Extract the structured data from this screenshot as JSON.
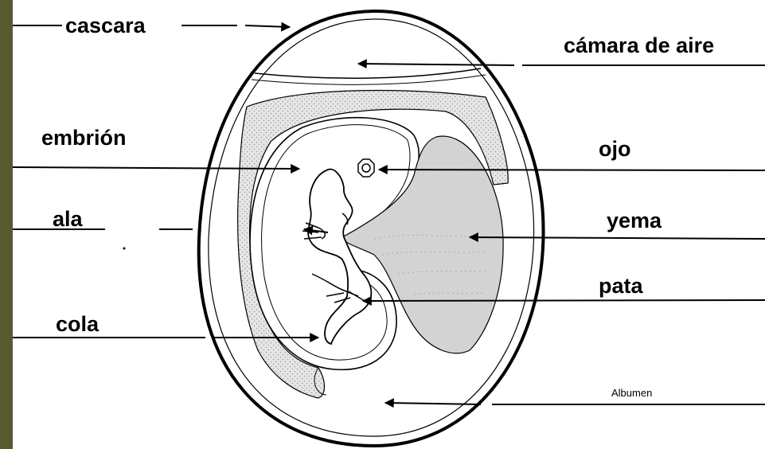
{
  "diagram": {
    "colors": {
      "frame": "#59592f",
      "panel": "#ffffff",
      "line": "#000000",
      "membrane_fill": "#dcdcdc",
      "yolk_fill": "#d3d3d3"
    },
    "labels": {
      "cascara": "cascara",
      "camara_de_aire": "cámara de aire",
      "embrion": "embrión",
      "ojo": "ojo",
      "ala": "ala",
      "yema": "yema",
      "pata": "pata",
      "cola": "cola",
      "albumen": "Albumen"
    }
  }
}
